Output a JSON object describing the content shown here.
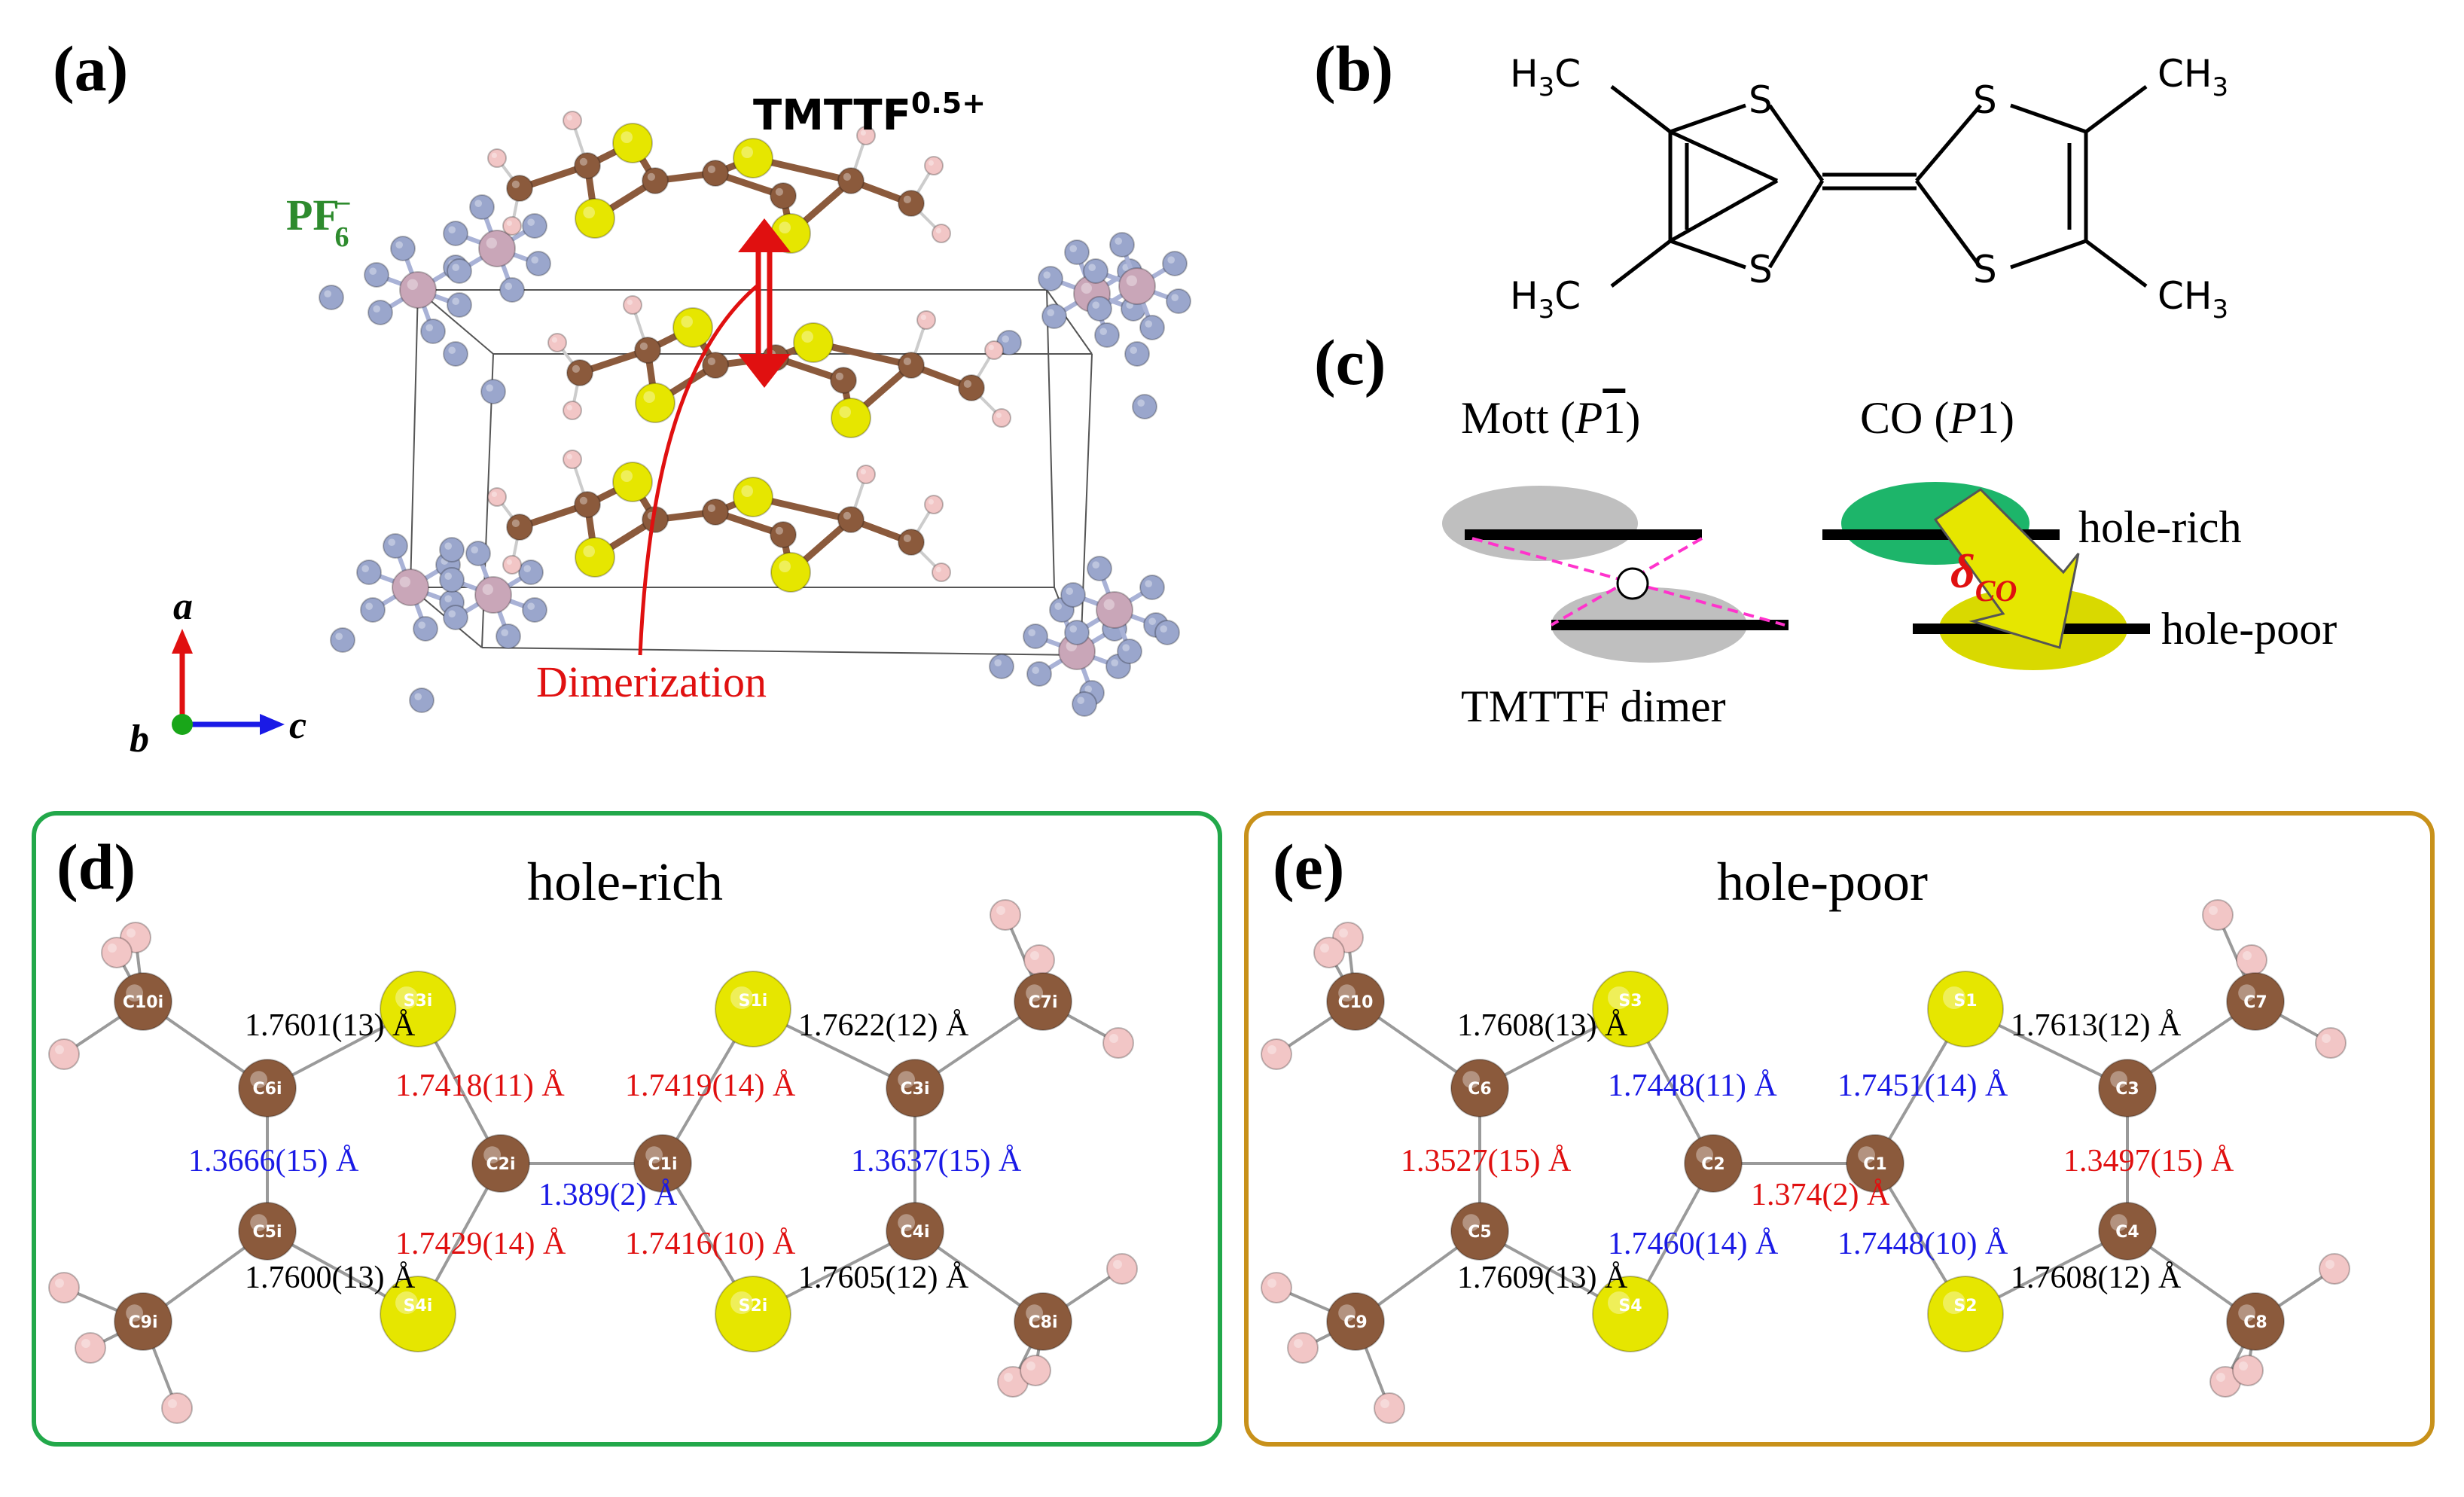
{
  "colors": {
    "carbon": "#8B5A3C",
    "hydrogen": "#F2C6C6",
    "sulfur": "#E6E600",
    "fluorine": "#9AA6CC",
    "phosphorus": "#C9A6B8",
    "red_text": "#E01010",
    "blue_text": "#1A1AE6",
    "green_text": "#2E8B2E",
    "hole_rich_fill": "#1DB56A",
    "hole_poor_fill": "#D9D900",
    "gray_fill": "#BFBFBF",
    "panel_d_border": "#22A84A",
    "panel_e_border": "#C8911A",
    "magenta": "#FF33CC"
  },
  "panel_a": {
    "label": "(a)",
    "cation_label": "TMTTF",
    "cation_charge": "0.5+",
    "anion_main": "PF",
    "anion_sub": "6",
    "anion_sup": "−",
    "dimerization_label": "Dimerization",
    "axes": {
      "a": "a",
      "b": "b",
      "c": "c"
    }
  },
  "panel_b": {
    "label": "(b)",
    "groups": {
      "top_left": {
        "main": "H",
        "sub": "3",
        "tail": "C"
      },
      "bottom_left": {
        "main": "H",
        "sub": "3",
        "tail": "C"
      },
      "top_right": {
        "main": "CH",
        "sub": "3"
      },
      "bottom_right": {
        "main": "CH",
        "sub": "3"
      }
    },
    "sulfur": "S"
  },
  "panel_c": {
    "label": "(c)",
    "mott_label": "Mott (",
    "mott_group": "P",
    "mott_bar": "1",
    "mott_close": ")",
    "co_label": "CO (",
    "co_group": "P",
    "co_num": "1",
    "co_close": ")",
    "hole_rich": "hole-rich",
    "hole_poor": "hole-poor",
    "dimer_label": "TMTTF dimer",
    "delta_symbol": "δ",
    "delta_sub": "CO"
  },
  "panel_d": {
    "label": "(d)",
    "title": "hole-rich",
    "atoms": {
      "C10": "C10i",
      "S3": "S3i",
      "S1": "S1i",
      "C7": "C7i",
      "C6": "C6i",
      "C3": "C3i",
      "C2": "C2i",
      "C1": "C1i",
      "C5": "C5i",
      "C4": "C4i",
      "C9": "C9i",
      "S4": "S4i",
      "S2": "S2i",
      "C8": "C8i"
    },
    "bonds": {
      "c6_s3": "1.7601(13) Å",
      "c3_s1": "1.7622(12) Å",
      "s3_c2": "1.7418(11) Å",
      "s1_c1": "1.7419(14) Å",
      "c6_c5": "1.3666(15) Å",
      "c3_c4": "1.3637(15) Å",
      "c2_c1": "1.389(2) Å",
      "s4_c2": "1.7429(14) Å",
      "s2_c1": "1.7416(10) Å",
      "c5_s4": "1.7600(13) Å",
      "c4_s2": "1.7605(12) Å"
    }
  },
  "panel_e": {
    "label": "(e)",
    "title": "hole-poor",
    "atoms": {
      "C10": "C10",
      "S3": "S3",
      "S1": "S1",
      "C7": "C7",
      "C6": "C6",
      "C3": "C3",
      "C2": "C2",
      "C1": "C1",
      "C5": "C5",
      "C4": "C4",
      "C9": "C9",
      "S4": "S4",
      "S2": "S2",
      "C8": "C8"
    },
    "bonds": {
      "c6_s3": "1.7608(13) Å",
      "c3_s1": "1.7613(12) Å",
      "s3_c2": "1.7448(11) Å",
      "s1_c1": "1.7451(14) Å",
      "c6_c5": "1.3527(15) Å",
      "c3_c4": "1.3497(15) Å",
      "c2_c1": "1.374(2) Å",
      "s4_c2": "1.7460(14) Å",
      "s2_c1": "1.7448(10) Å",
      "c5_s4": "1.7609(13) Å",
      "c4_s2": "1.7608(12) Å"
    }
  }
}
